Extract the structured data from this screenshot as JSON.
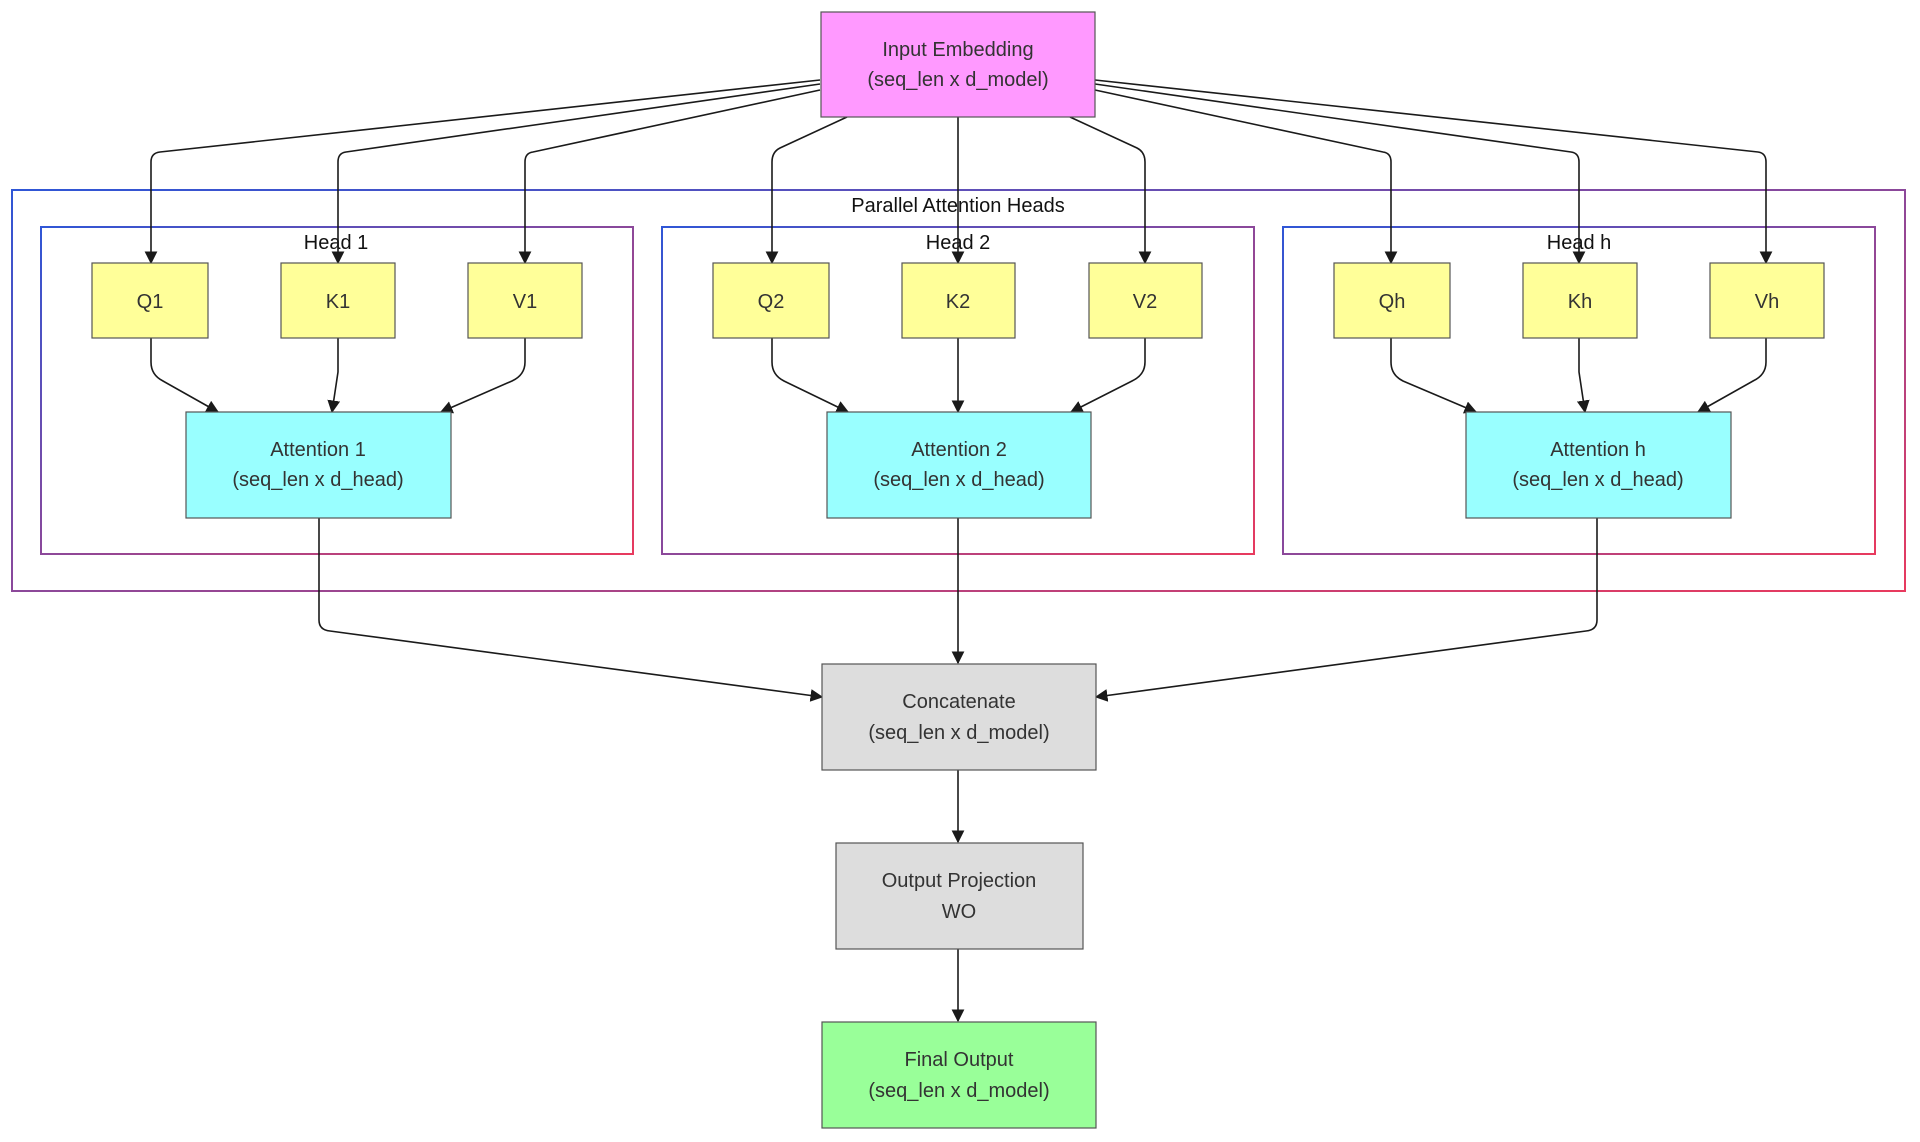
{
  "diagram": {
    "outer_cluster": {
      "label": "Parallel Attention Heads",
      "colors": [
        "#2f56d6",
        "#e83a5e"
      ]
    },
    "heads": [
      {
        "label": "Head 1",
        "q": "Q1",
        "k": "K1",
        "v": "V1",
        "attention": {
          "line1": "Attention 1",
          "line2": "(seq_len x d_head)"
        }
      },
      {
        "label": "Head 2",
        "q": "Q2",
        "k": "K2",
        "v": "V2",
        "attention": {
          "line1": "Attention 2",
          "line2": "(seq_len x d_head)"
        }
      },
      {
        "label": "Head h",
        "q": "Qh",
        "k": "Kh",
        "v": "Vh",
        "attention": {
          "line1": "Attention h",
          "line2": "(seq_len x d_head)"
        }
      }
    ],
    "input": {
      "line1": "Input Embedding",
      "line2": "(seq_len x d_model)",
      "color": "#ff99ff"
    },
    "concat": {
      "line1": "Concatenate",
      "line2": "(seq_len x d_model)",
      "color": "#dddddd"
    },
    "projection": {
      "line1": "Output Projection",
      "line2": "WO",
      "color": "#dddddd"
    },
    "output": {
      "line1": "Final Output",
      "line2": "(seq_len x d_model)",
      "color": "#99ff99"
    },
    "qkv_color": "#ffff99",
    "attention_color": "#99ffff"
  }
}
